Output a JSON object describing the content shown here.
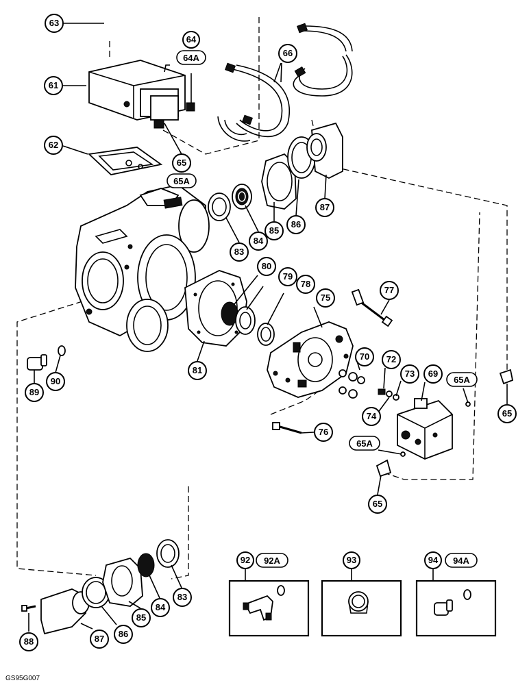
{
  "callouts": {
    "c63": "63",
    "c64": "64",
    "c64A": "64A",
    "c61": "61",
    "c66": "66",
    "c65a": "65",
    "c65Aa": "65A",
    "c62": "62",
    "c87a": "87",
    "c86a": "86",
    "c85a": "85",
    "c84a": "84",
    "c83a": "83",
    "c80": "80",
    "c79": "79",
    "c78": "78",
    "c75": "75",
    "c77": "77",
    "c81": "81",
    "c70": "70",
    "c72": "72",
    "c73": "73",
    "c69": "69",
    "c65Ab": "65A",
    "c65b": "65",
    "c74": "74",
    "c76": "76",
    "c65Ac": "65A",
    "c65c": "65",
    "c89": "89",
    "c90": "90",
    "c92": "92",
    "c92A": "92A",
    "c93": "93",
    "c94": "94",
    "c94A": "94A",
    "c83b": "83",
    "c84b": "84",
    "c85b": "85",
    "c86b": "86",
    "c87b": "87",
    "c88": "88"
  },
  "reference_code": "GS95G007"
}
